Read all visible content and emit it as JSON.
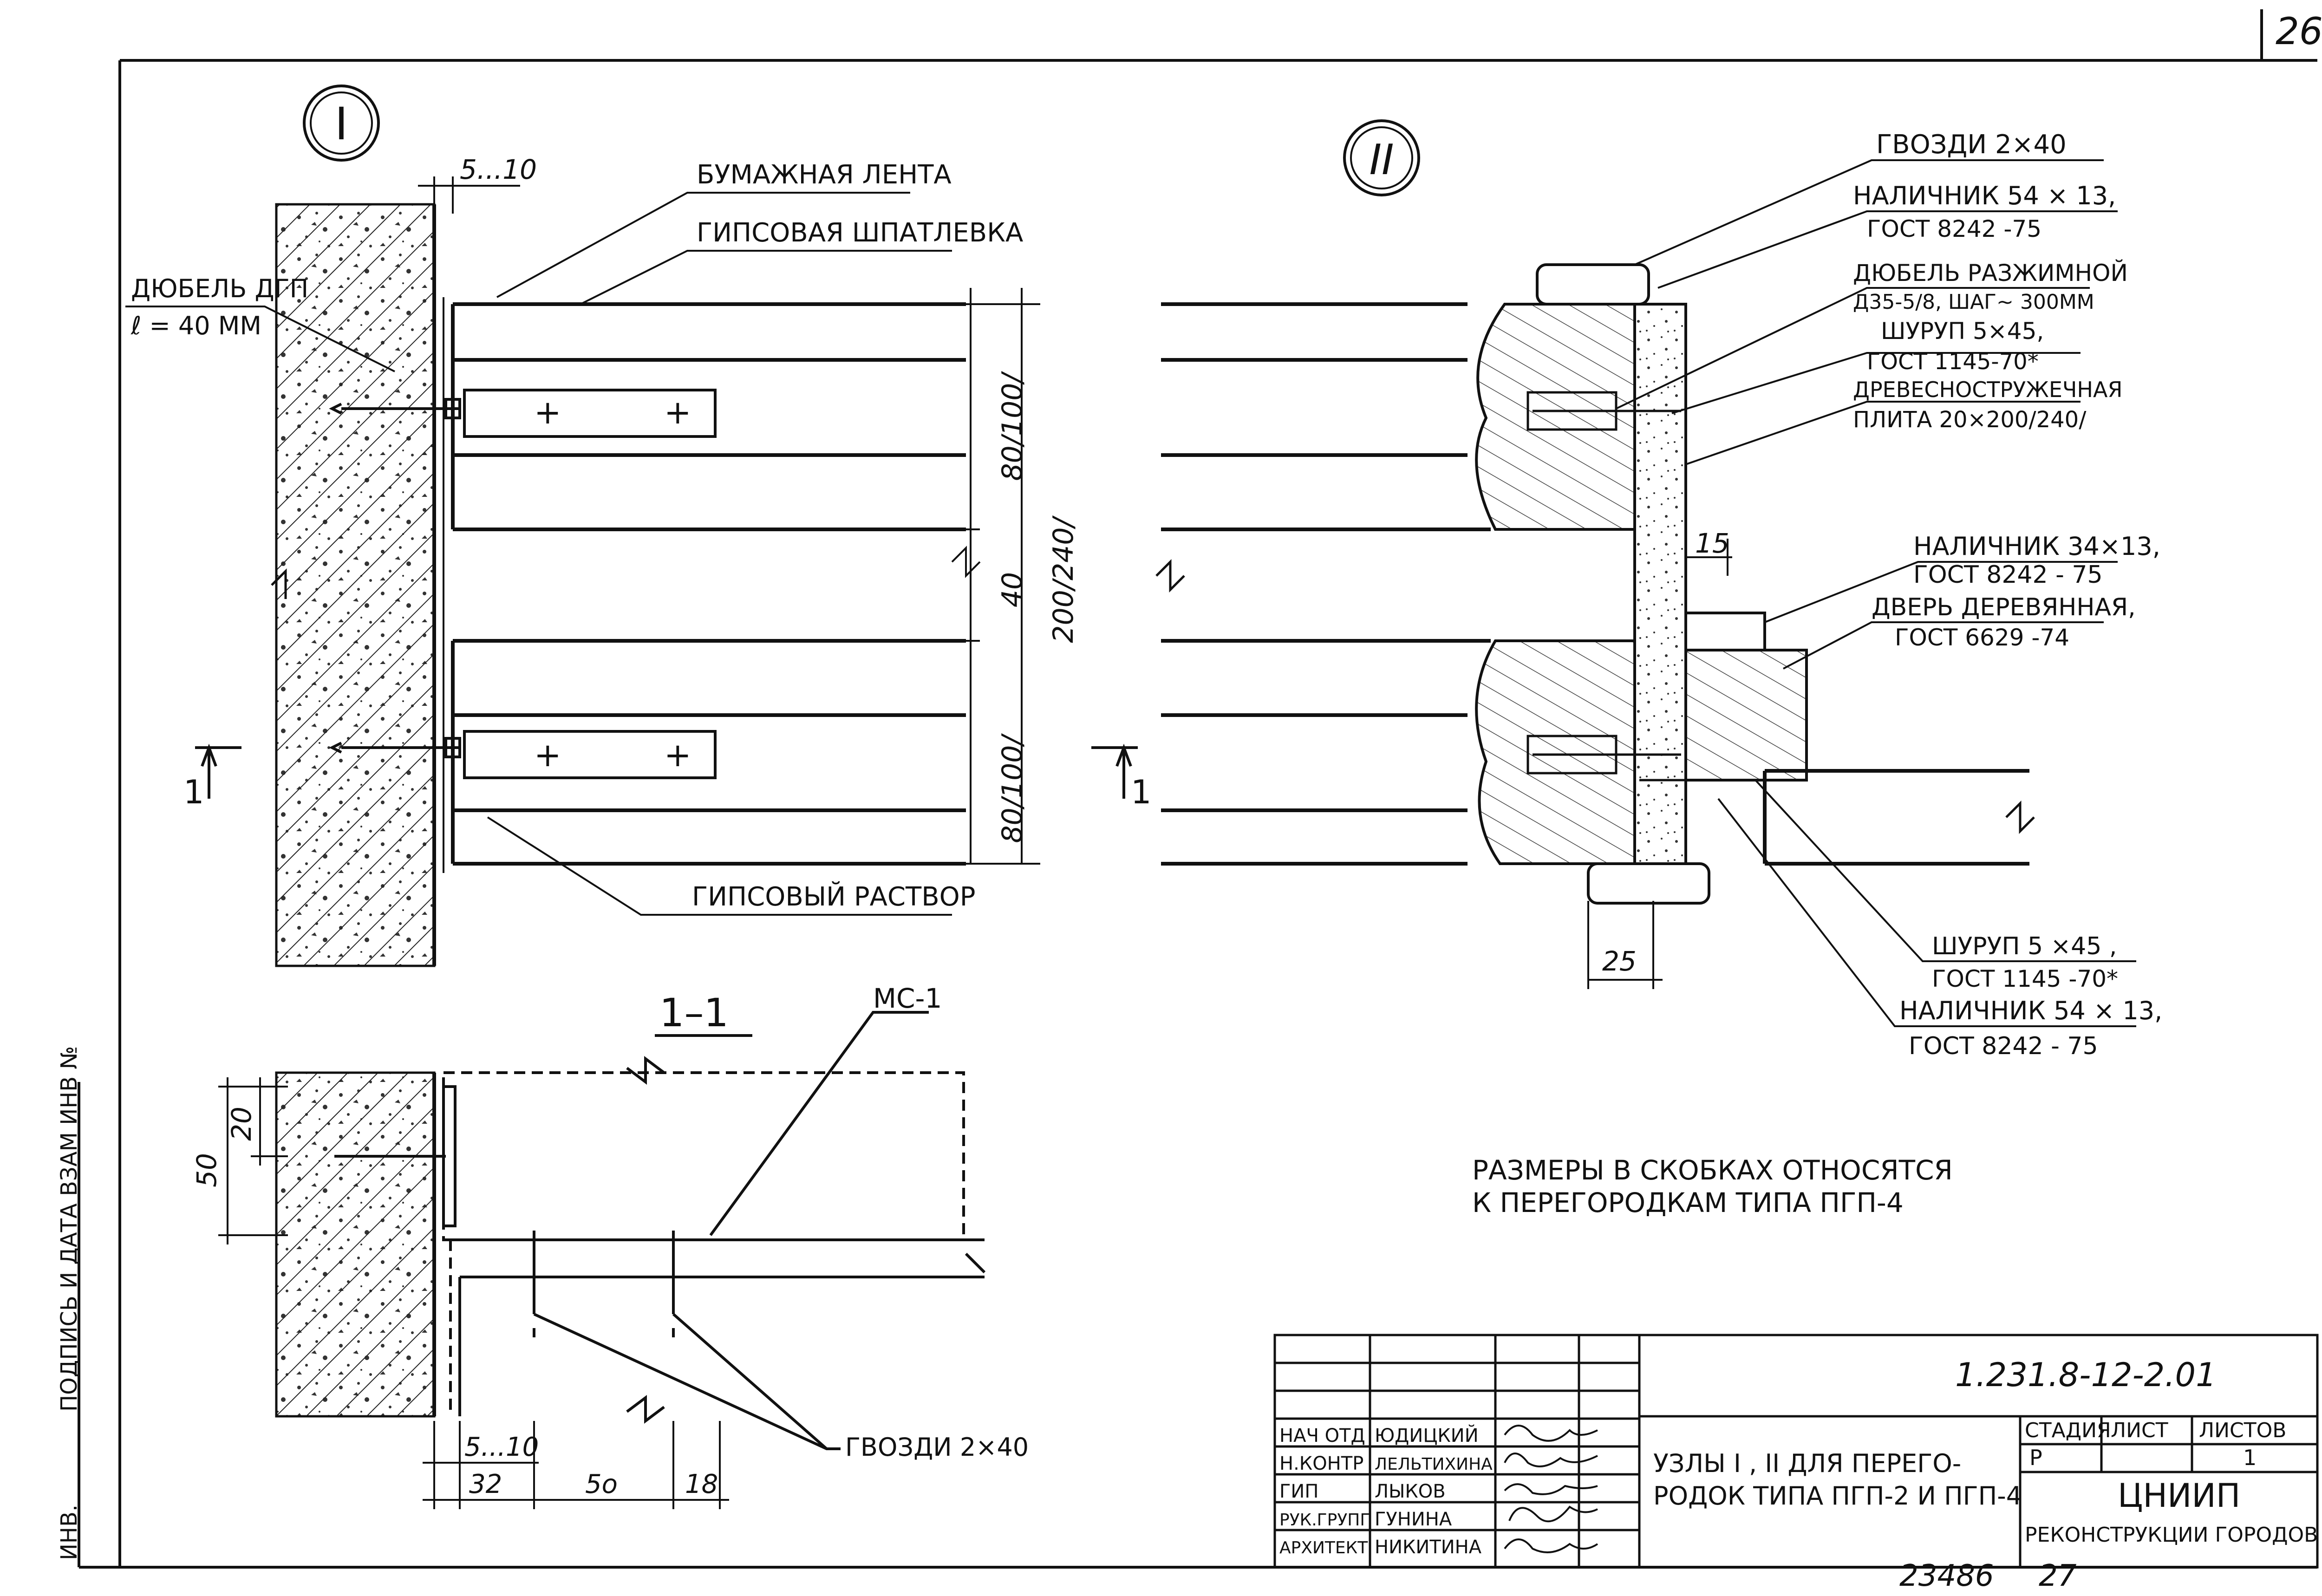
{
  "sheet_number": "26",
  "node_markers": {
    "node_1": "I",
    "node_2": "II"
  },
  "section_marker": {
    "label": "1",
    "title": "1–1"
  },
  "node_1": {
    "dim_gap": "5...10",
    "paper_tape": "БУМАЖНАЯ ЛЕНТА",
    "gypsum_putty": "ГИПСОВАЯ ШПАТЛЕВКА",
    "dowel_line1": "ДЮБЕЛЬ ДГП",
    "dowel_line2": "ℓ = 40 ММ",
    "gypsum_mortar": "ГИПСОВЫЙ РАСТВОР",
    "dim_panel_top": "80/100/",
    "dim_gap_mid": "40",
    "dim_total": "200/240/",
    "dim_panel_bottom": "80/100/"
  },
  "node_2": {
    "nails_top": "ГВОЗДИ 2×40",
    "casing_top_1": "НАЛИЧНИК 54 × 13,",
    "casing_top_2": "ГОСТ 8242 -75",
    "dowel_1": "ДЮБЕЛЬ РАЗЖИМНОЙ",
    "dowel_2": "Д35-5/8, ШАГ~ 300ММ",
    "screw_1": "ШУРУП 5×45,",
    "screw_2": "ГОСТ 1145-70*",
    "board_1": "ДРЕВЕСНОСТРУЖЕЧНАЯ",
    "board_2": "ПЛИТА 20×200/240/",
    "dim_15": "15",
    "casing_mid_1": "НАЛИЧНИК 34×13,",
    "casing_mid_2": "ГОСТ 8242 - 75",
    "door_1": "ДВЕРЬ ДЕРЕВЯННАЯ,",
    "door_2": "ГОСТ 6629 -74",
    "screw_b_1": "ШУРУП 5 ×45 ,",
    "screw_b_2": "ГОСТ 1145 -70*",
    "casing_bot_1": "НАЛИЧНИК 54 × 13,",
    "casing_bot_2": "ГОСТ 8242 - 75",
    "dim_25": "25"
  },
  "section_1_1": {
    "mc1": "МС-1",
    "dim_20": "20",
    "dim_50_vert": "50",
    "nails": "ГВОЗДИ 2×40",
    "dim_5_10": "5...10",
    "dim_32": "32",
    "dim_50": "5о",
    "dim_18": "18"
  },
  "note_1": "РАЗМЕРЫ В СКОБКАХ ОТНОСЯТСЯ",
  "note_2": "К ПЕРЕГОРОДКАМ ТИПА ПГП-4",
  "left_margin_1": "ПОДПИСЬ И ДАТА ВЗАМ ИНВ №",
  "left_margin_2": "ИНВ.",
  "title_block": {
    "document_code": "1.231.8-12-2.01",
    "title_line_1": "УЗЛЫ  I ,  II ДЛЯ ПЕРЕГО-",
    "title_line_2": "РОДОК ТИПА ПГП-2 И ПГП-4",
    "col_stage": "СТАДИЯ",
    "col_sheet": "ЛИСТ",
    "col_sheets": "ЛИСТОВ",
    "stage": "Р",
    "sheets": "1",
    "org_1": "ЦНИИП",
    "org_2": "РЕКОНСТРУКЦИИ ГОРОДОВ",
    "roles": [
      {
        "role": "НАЧ ОТД",
        "name": "ЮДИЦКИЙ"
      },
      {
        "role": "Н.КОНТР",
        "name": "ЛЕЛЬТИХИНА"
      },
      {
        "role": "ГИП",
        "name": "ЛЫКОВ"
      },
      {
        "role": "РУК.ГРУПП",
        "name": "ГУНИНА"
      },
      {
        "role": "АРХИТЕКТ",
        "name": "НИКИТИНА"
      }
    ],
    "inventory_number": "23486",
    "bottom_number": "27"
  }
}
